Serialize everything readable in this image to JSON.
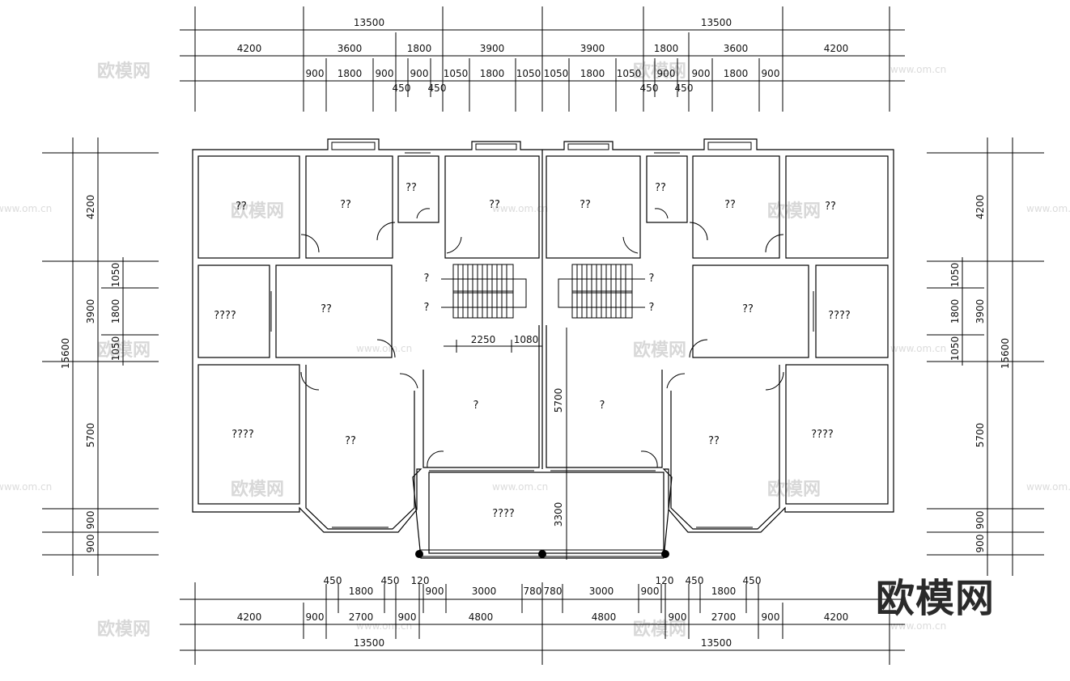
{
  "plan": {
    "top_totals": [
      "13500",
      "13500"
    ],
    "top_row2": [
      "4200",
      "3600",
      "1800",
      "3900",
      "3900",
      "1800",
      "3600",
      "4200"
    ],
    "top_row3": [
      "900",
      "1800",
      "900",
      "900",
      "1050",
      "1800",
      "1050",
      "1050",
      "1800",
      "1050",
      "900",
      "900",
      "1800",
      "900"
    ],
    "top_small": [
      "450",
      "450",
      "450",
      "450"
    ],
    "left_dims": [
      "4200",
      "1050",
      "3900",
      "1800",
      "1050",
      "15600",
      "5700",
      "900",
      "900"
    ],
    "right_dims": [
      "4200",
      "1050",
      "3900",
      "1800",
      "1050",
      "15600",
      "5700",
      "900",
      "900"
    ],
    "bottom_row1": [
      "450",
      "1800",
      "450",
      "120",
      "900",
      "3000",
      "780",
      "780",
      "3000",
      "900",
      "120",
      "450",
      "1800",
      "450"
    ],
    "bottom_row2": [
      "4200",
      "900",
      "2700",
      "900",
      "4800",
      "4800",
      "900",
      "2700",
      "900",
      "4200"
    ],
    "bottom_totals": [
      "13500",
      "13500"
    ],
    "interior_dims": [
      "2250",
      "1080",
      "5700",
      "3300"
    ],
    "rooms": [
      "??",
      "??",
      "??",
      "??",
      "??",
      "??",
      "??",
      "??",
      "????",
      "??",
      "??",
      "????",
      "????",
      "??",
      "?",
      "?",
      "??",
      "????",
      "????",
      "?",
      "?",
      "?",
      "?"
    ],
    "watermarks": [
      "欧模网",
      "www.om.cn"
    ],
    "logo": "欧模网"
  }
}
